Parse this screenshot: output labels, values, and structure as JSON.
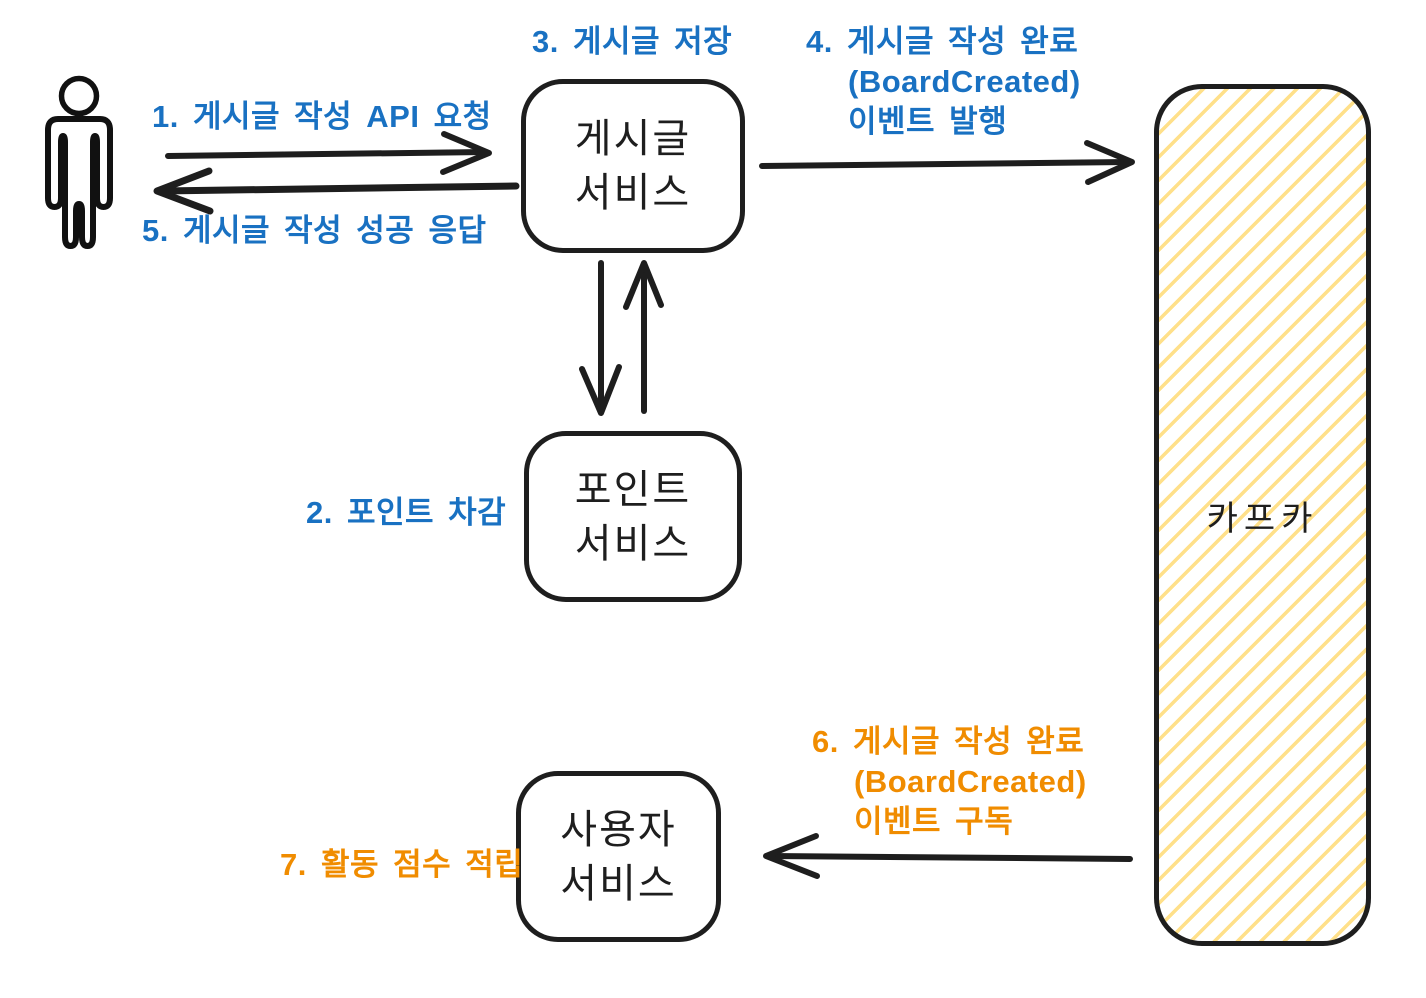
{
  "nodes": {
    "board_service": {
      "line1": "게시글",
      "line2": "서비스"
    },
    "point_service": {
      "line1": "포인트",
      "line2": "서비스"
    },
    "user_service": {
      "line1": "사용자",
      "line2": "서비스"
    },
    "kafka": {
      "label": "카프카"
    }
  },
  "labels": {
    "step1": "1. 게시글 작성 API 요청",
    "step2": "2. 포인트 차감",
    "step3": "3. 게시글 저장",
    "step4": {
      "line1": "4. 게시글 작성 완료",
      "line2": "(BoardCreated)",
      "line3": "이벤트 발행"
    },
    "step5": "5. 게시글 작성 성공 응답",
    "step6": {
      "line1": "6. 게시글 작성 완료",
      "line2": "(BoardCreated)",
      "line3": "이벤트 구독"
    },
    "step7": "7. 활동 점수 적립"
  },
  "icons": {
    "actor": "person-outline-icon"
  },
  "colors": {
    "sync_label_blue": "#1971c2",
    "async_label_orange": "#f08c00",
    "diagram_stroke": "#1e1e1e",
    "kafka_hatch_yellow": "#ffe08a"
  }
}
